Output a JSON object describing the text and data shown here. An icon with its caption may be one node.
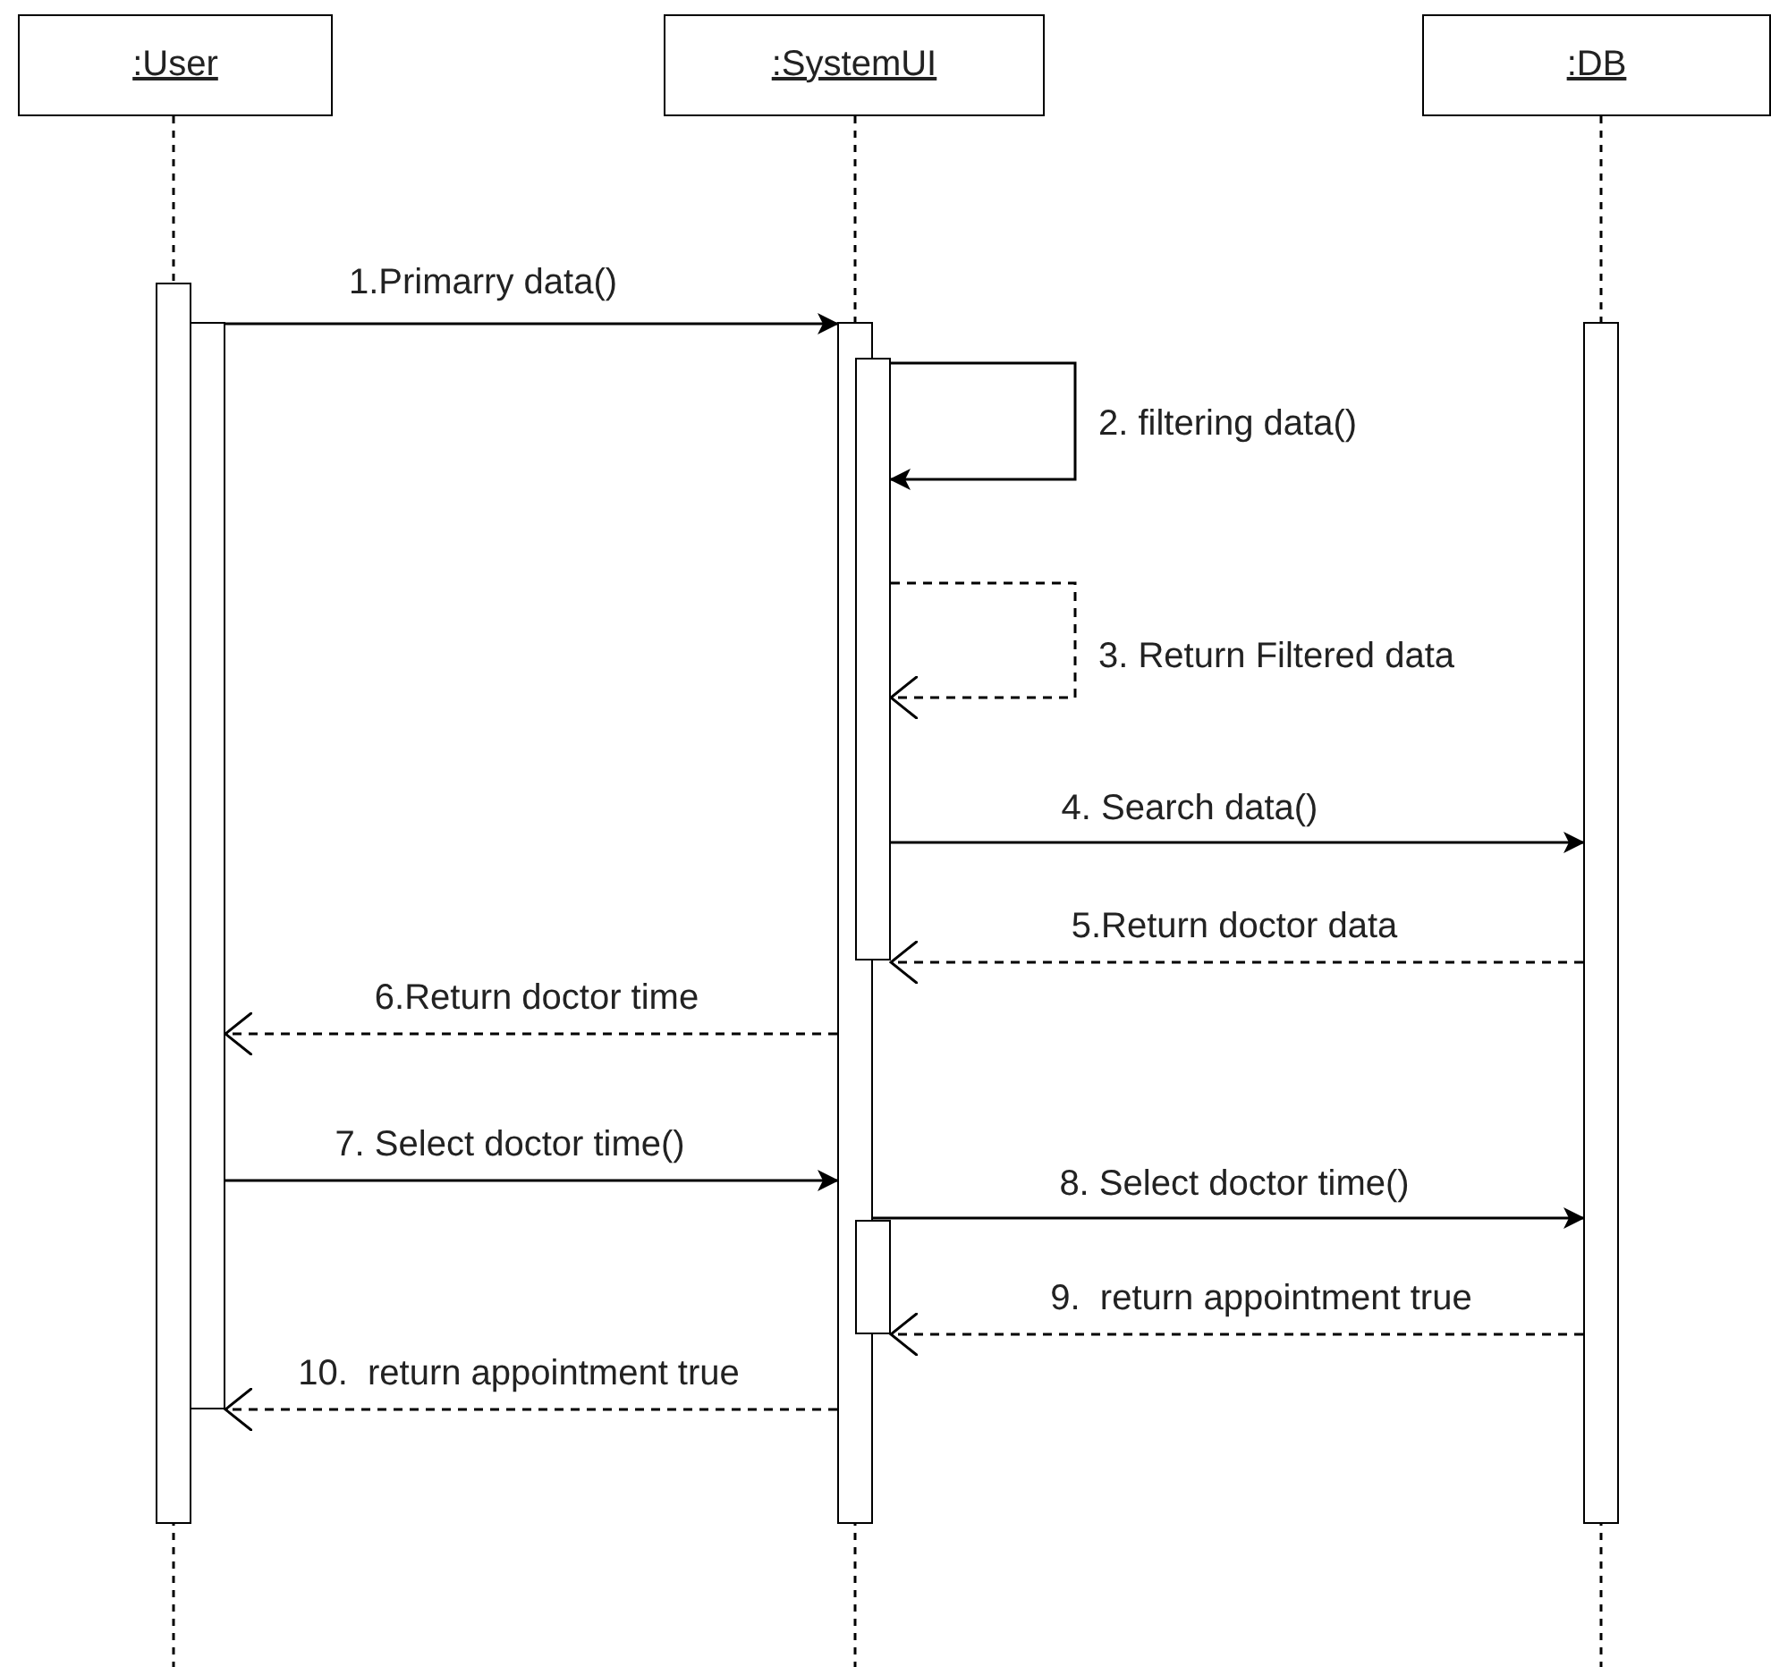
{
  "diagram": {
    "nodes": [
      {
        "text": [
          ":User"
        ]
      },
      {
        "text": [
          ":SystemUI"
        ]
      },
      {
        "text": [
          ":DB"
        ]
      },
      {
        "text": [],
        "shape": "bar"
      },
      {
        "text": [],
        "shape": "bar"
      },
      {
        "text": [],
        "shape": "bar"
      },
      {
        "text": [],
        "shape": "bar"
      },
      {
        "text": [],
        "shape": "bar"
      },
      {
        "text": [],
        "shape": "bar"
      }
    ],
    "edges": [
      {
        "from": 4,
        "to": 5,
        "arrow": "to",
        "label": "1.Primarry data()"
      },
      {
        "from": 6,
        "to": 6,
        "arrow": "to",
        "label": "2. filtering data()"
      },
      {
        "from": 6,
        "to": 6,
        "arrow": "to",
        "label": "3. Return Filtered data",
        "style": "dashed"
      },
      {
        "from": 6,
        "to": 8,
        "arrow": "to",
        "label": "4. Search data()"
      },
      {
        "from": 8,
        "to": 6,
        "arrow": "to",
        "label": "5.Return doctor data",
        "style": "dashed"
      },
      {
        "from": 5,
        "to": 4,
        "arrow": "to",
        "label": "6.Return doctor time",
        "style": "dashed"
      },
      {
        "from": 4,
        "to": 5,
        "arrow": "to",
        "label": "7. Select doctor time()"
      },
      {
        "from": 5,
        "to": 8,
        "arrow": "to",
        "label": "8. Select doctor time()"
      },
      {
        "from": 8,
        "to": 7,
        "arrow": "to",
        "label": "9.  return appointment true",
        "style": "dashed"
      },
      {
        "from": 5,
        "to": 4,
        "arrow": "to",
        "label": "10.  return appointment true",
        "style": "dashed"
      }
    ]
  }
}
